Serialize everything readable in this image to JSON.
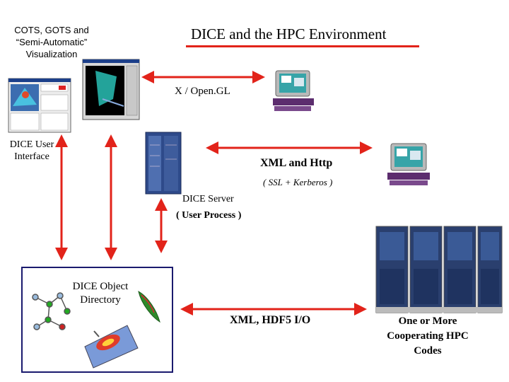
{
  "title": "DICE and the HPC Environment",
  "cots_label": [
    "COTS, GOTS and",
    "“Semi-Automatic”",
    "Visualization"
  ],
  "x_opengl_label": "X / Open.GL",
  "ui_label": [
    "DICE User",
    "Interface"
  ],
  "xml_http_label": "XML and Http",
  "ssl_label": "( SSL + Kerberos )",
  "server_label": "DICE Server",
  "user_process_label": "( User Process )",
  "object_dir_label": [
    "DICE Object",
    "Directory"
  ],
  "xml_hdf5_label": "XML, HDF5 I/O",
  "hpc_label": [
    "One or More",
    "Cooperating HPC",
    "Codes"
  ],
  "colors": {
    "arrow": "#e2231a",
    "box_border": "#1a1a6e"
  }
}
